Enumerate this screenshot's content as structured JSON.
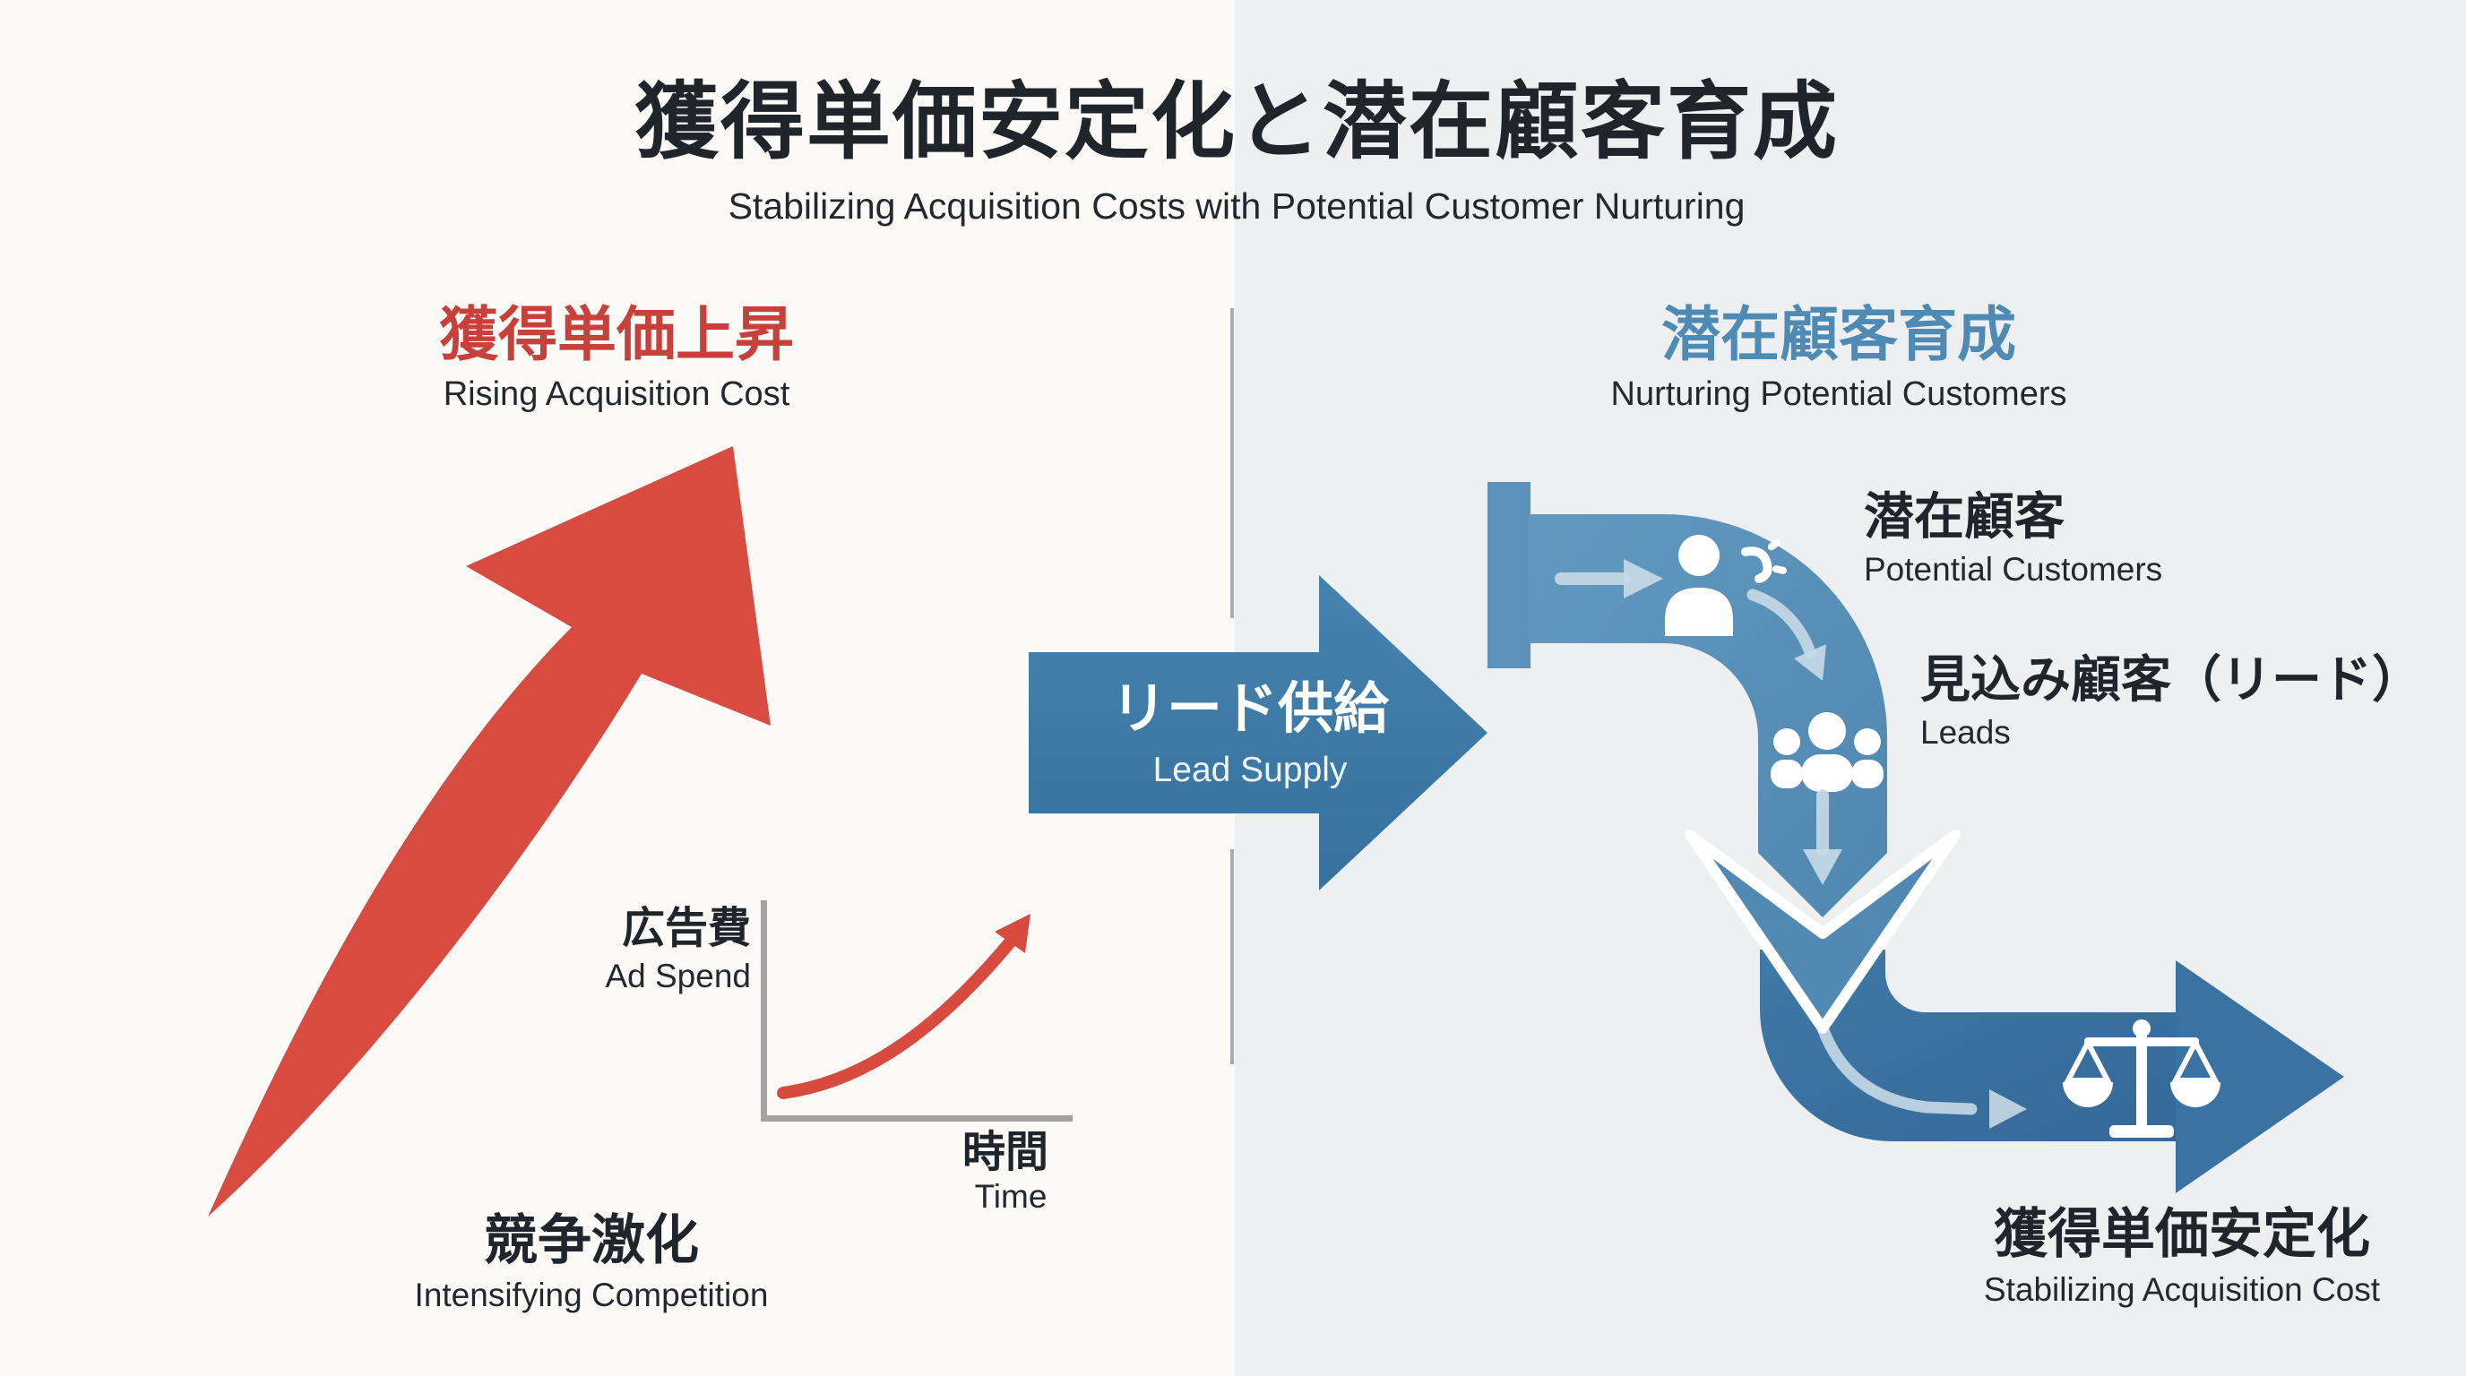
{
  "header": {
    "title": "獲得単価安定化と潜在顧客育成",
    "subtitle": "Stabilizing Acquisition Costs with Potential Customer Nurturing"
  },
  "left": {
    "heading": "獲得単価上昇",
    "heading_en": "Rising Acquisition Cost",
    "competition": "競争激化",
    "competition_en": "Intensifying Competition",
    "chart": {
      "y_label": "広告費",
      "y_label_en": "Ad Spend",
      "x_label": "時間",
      "x_label_en": "Time"
    }
  },
  "center_arrow": {
    "label": "リード供給",
    "label_en": "Lead Supply"
  },
  "right": {
    "heading": "潜在顧客育成",
    "heading_en": "Nurturing Potential Customers",
    "steps": [
      {
        "label": "潜在顧客",
        "label_en": "Potential Customers",
        "icon": "person-announce-icon"
      },
      {
        "label": "見込み顧客（リード）",
        "label_en": "Leads",
        "icon": "people-group-icon"
      },
      {
        "label": "獲得単価安定化",
        "label_en": "Stabilizing Acquisition Cost",
        "icon": "balance-scales-icon"
      }
    ]
  },
  "colors": {
    "bg_left": "#fbfaf6",
    "bg_right": "#edeff1",
    "text_dark": "#20252c",
    "red_accent": "#c8403a",
    "red_arrow": "#d84b40",
    "blue_heading": "#4e8ab4",
    "blue_arrow": "#3d7ba7",
    "blue_flow": "#5c92b9",
    "blue_flow_dark": "#3a72a1",
    "light_inner_arrow": "#c6d9e6",
    "axis_gray": "#a2a2a2",
    "divider_gray": "#a9adb2"
  },
  "chart_data": {
    "type": "line",
    "title": "Ad Spend rising over time (inset concept chart)",
    "xlabel": "時間 (Time)",
    "ylabel": "広告費 (Ad Spend)",
    "x": [
      0,
      1,
      2,
      3,
      4,
      5
    ],
    "values": [
      1.0,
      1.15,
      1.45,
      1.95,
      2.8,
      4.0
    ],
    "series_color": "#d8493e",
    "axis_color": "#a2a2a2",
    "legend": "none",
    "grid": false,
    "tick_labels": "none",
    "annotation": "red exponential curve ending in an up-right arrowhead"
  }
}
